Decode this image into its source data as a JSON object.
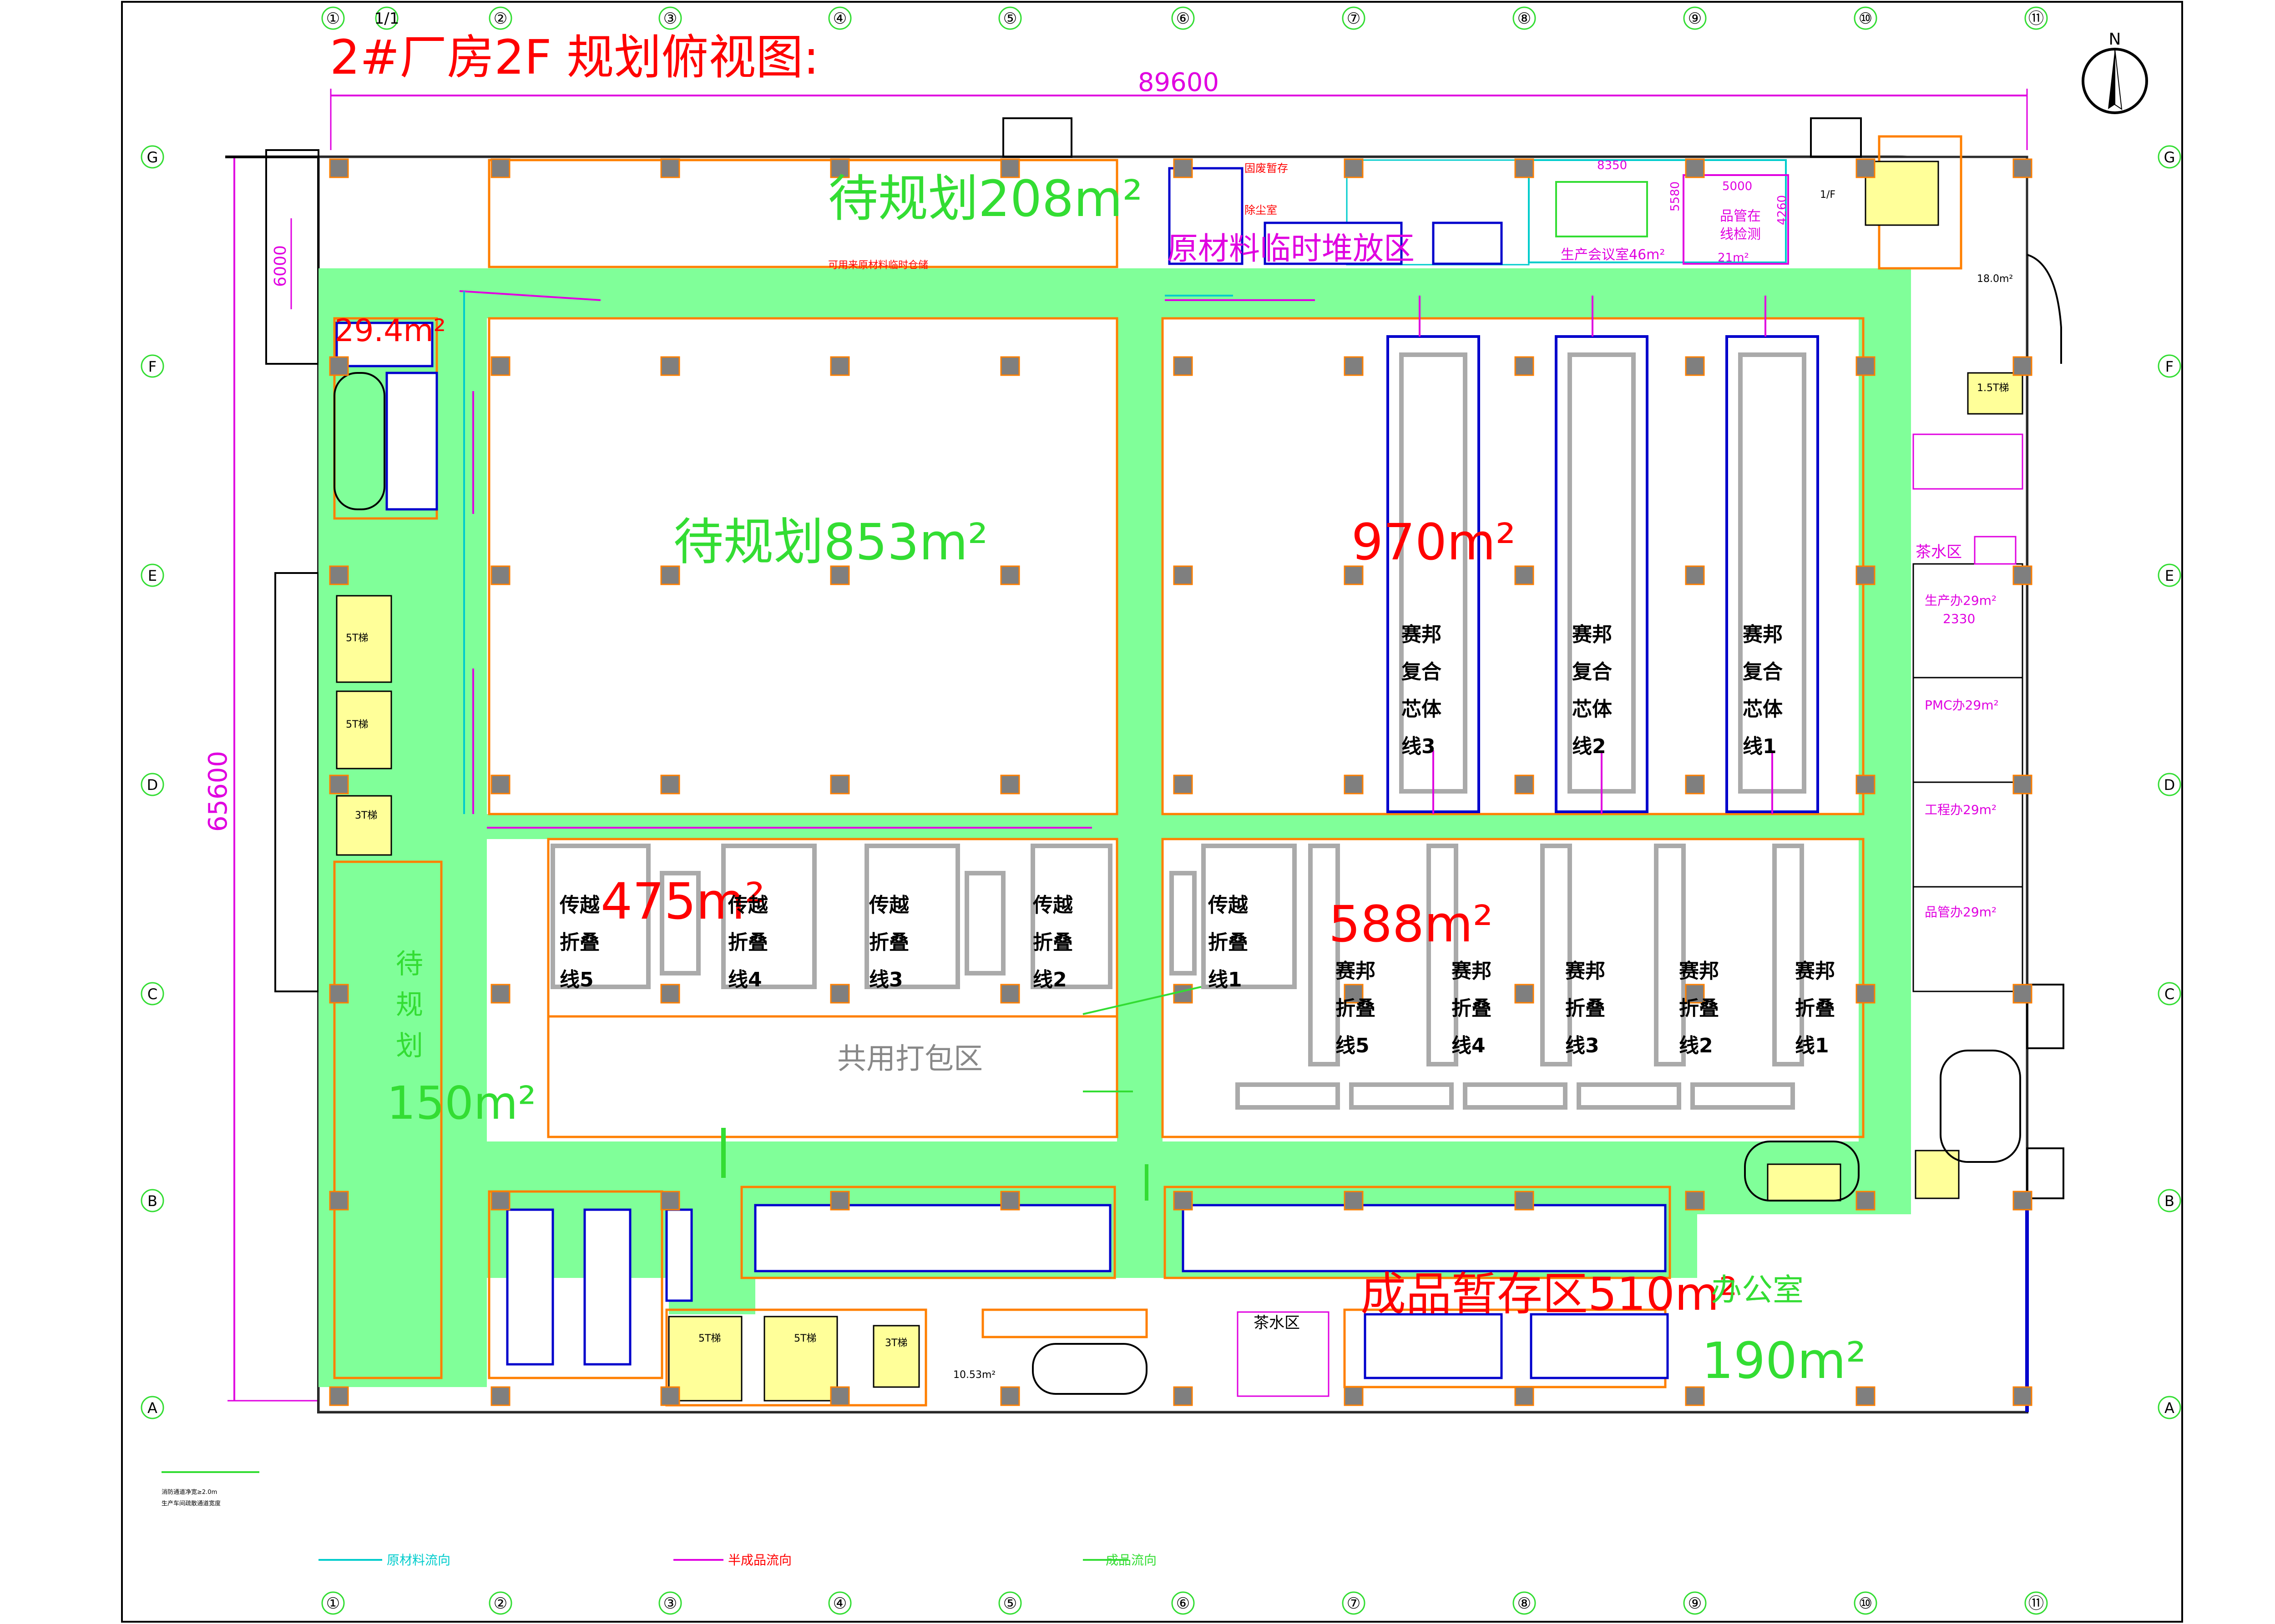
{
  "title": "2#厂房2F 规划俯视图:",
  "dimensions": {
    "width": "89600",
    "height": "65600",
    "f_dim": "6000"
  },
  "grid": {
    "columns": [
      "①",
      "1/1",
      "②",
      "③",
      "④",
      "⑤",
      "⑥",
      "⑦",
      "⑧",
      "⑨",
      "⑩",
      "⑪"
    ],
    "bottom_columns": [
      "①",
      "②",
      "③",
      "④",
      "⑤",
      "⑥",
      "⑦",
      "⑧",
      "⑨",
      "⑩",
      "⑪"
    ],
    "rows": [
      "G",
      "F",
      "E",
      "D",
      "C",
      "B",
      "A"
    ]
  },
  "north": "N",
  "areas": {
    "top": "待规划208m²",
    "mid_left": "待规划853m²",
    "mid_right": "970m²",
    "fold_left": "475m²",
    "fold_right": "588m²",
    "left_strip_label": [
      "待",
      "规",
      "划"
    ],
    "left_strip_area": "150m²",
    "finished": "成品暂存区510m²",
    "office": "办公室",
    "office_area": "190m²",
    "raw_temp": "原材料临时堆放区",
    "packing": "共用打包区",
    "raw_note": "可用来原材料临时仓储",
    "small_29": "29.4m²"
  },
  "lines": {
    "composite": [
      [
        "赛邦",
        "复合",
        "芯体",
        "线3"
      ],
      [
        "赛邦",
        "复合",
        "芯体",
        "线2"
      ],
      [
        "赛邦",
        "复合",
        "芯体",
        "线1"
      ]
    ],
    "transfer": [
      [
        "传越",
        "折叠",
        "线5"
      ],
      [
        "传越",
        "折叠",
        "线4"
      ],
      [
        "传越",
        "折叠",
        "线3"
      ],
      [
        "传越",
        "折叠",
        "线2"
      ],
      [
        "传越",
        "折叠",
        "线1"
      ]
    ],
    "saibang_fold": [
      [
        "赛邦",
        "折叠",
        "线5"
      ],
      [
        "赛邦",
        "折叠",
        "线4"
      ],
      [
        "赛邦",
        "折叠",
        "线3"
      ],
      [
        "赛邦",
        "折叠",
        "线2"
      ],
      [
        "赛邦",
        "折叠",
        "线1"
      ]
    ]
  },
  "rooms": {
    "meeting": "生产会议室46m²",
    "quality": [
      "品管在",
      "线检测"
    ],
    "quality_area": "21m²",
    "dim_8350": "8350",
    "dim_5000": "5000",
    "dim_5580": "5580",
    "dim_4260": "4260",
    "tea_right": "茶水区",
    "prod_office": "生产办29m²",
    "dim_2330": "2330",
    "pmc": "PMC办29m²",
    "eng": "工程办29m²",
    "qa": "品管办29m²",
    "tea_bottom": "茶水区",
    "room_18": "18.0m²",
    "room_10": "10.53m²",
    "elev_5t": "5T梯",
    "elev_3t": "3T梯",
    "stair_1f": "1/F",
    "waste": "固废暂存",
    "dust": "除尘室",
    "elev_15t": "1.5T梯"
  },
  "legend": {
    "raw": "原材料流向",
    "semi": "半成品流向",
    "finished": "成品流向",
    "note1": "消防通道净宽≥2.0m",
    "note2": "生产车间疏散通道宽度"
  },
  "colors": {
    "corridor": "#80ff99",
    "orange": "#ff7f00",
    "blue": "#0000cc",
    "magenta": "#e000e0",
    "red": "#ff0000",
    "green_text": "#33dd33",
    "cyan": "#00cccc",
    "grey": "#7f7f7f"
  }
}
